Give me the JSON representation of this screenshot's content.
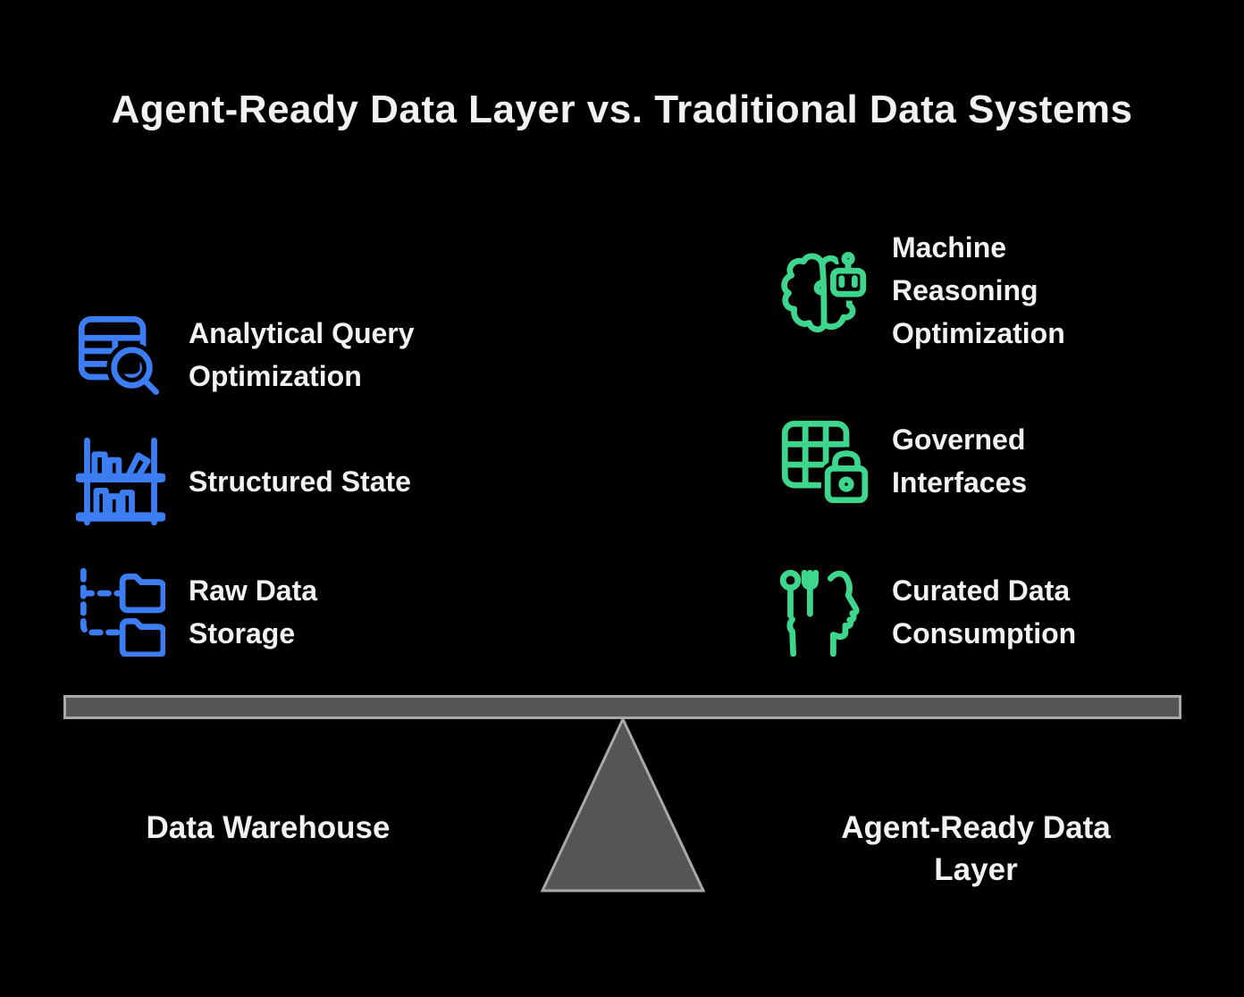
{
  "title": "Agent-Ready Data Layer vs. Traditional Data Systems",
  "colors": {
    "background": "#000000",
    "text": "#F2F2F2",
    "blue": "#3D7DF3",
    "green": "#3DD68C",
    "beam-fill": "#555555",
    "beam-stroke": "#A9A9A9"
  },
  "features": {
    "left": [
      {
        "label": "Analytical Query\nOptimization",
        "icon": "table-search-icon"
      },
      {
        "label": "Structured State",
        "icon": "bookshelf-icon"
      },
      {
        "label": "Raw Data\nStorage",
        "icon": "folder-tree-icon"
      }
    ],
    "right": [
      {
        "label": "Machine\nReasoning\nOptimization",
        "icon": "brain-robot-icon"
      },
      {
        "label": "Governed\nInterfaces",
        "icon": "grid-lock-icon"
      },
      {
        "label": "Curated Data\nConsumption",
        "icon": "head-utensils-icon"
      }
    ]
  },
  "balance": {
    "left_label": "Data Warehouse",
    "right_label": "Agent-Ready Data Layer"
  }
}
